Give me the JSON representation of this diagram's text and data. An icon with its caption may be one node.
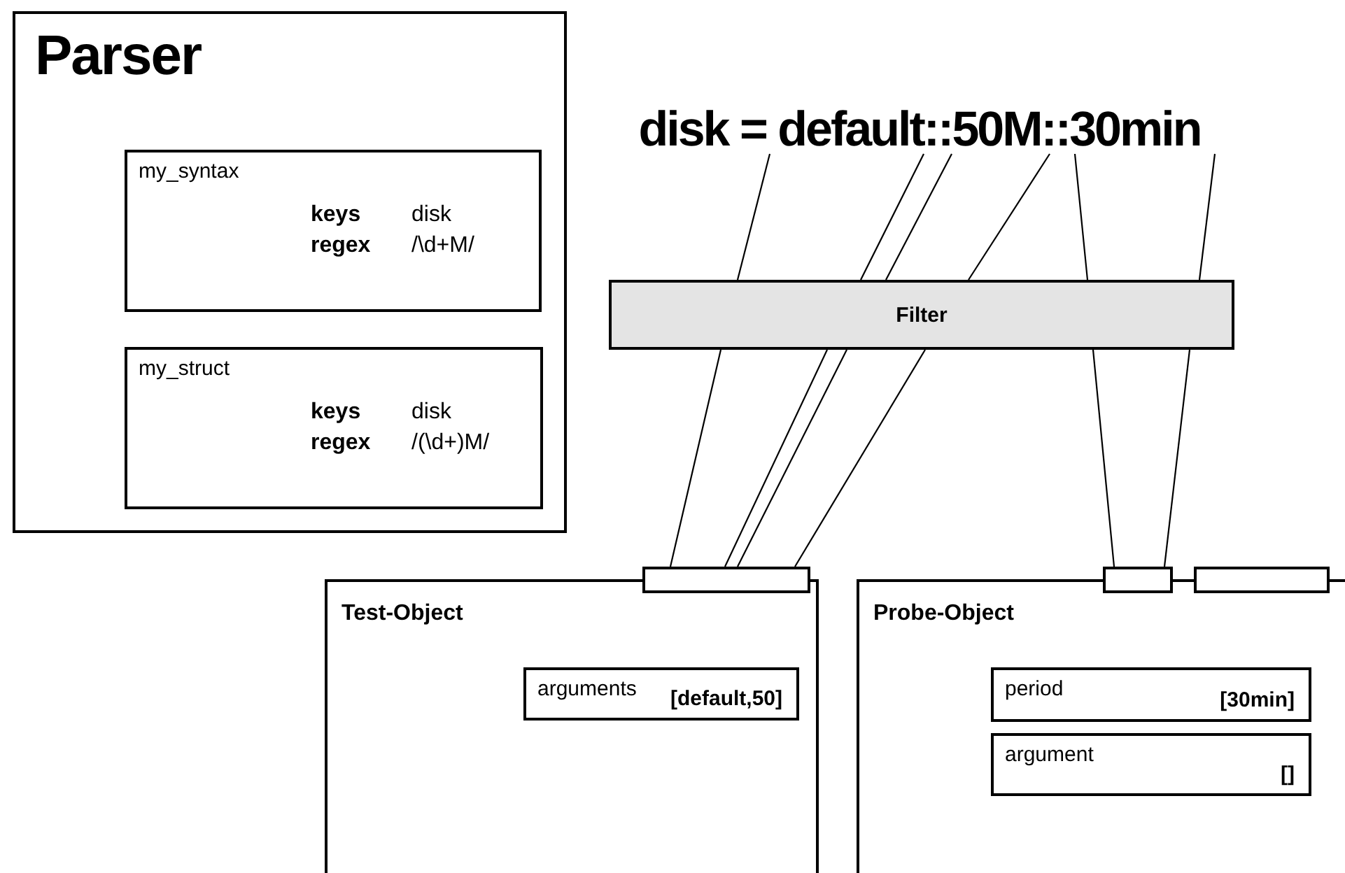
{
  "diagram": {
    "nodes": [
      {
        "text": [
          "Parser"
        ]
      },
      {
        "text": [
          "my_syntax",
          "keys",
          "disk",
          "regex",
          "/\\d+M/"
        ],
        "in": 0
      },
      {
        "text": [
          "my_struct",
          "keys",
          "disk",
          "regex",
          "/(\\d+)M/"
        ],
        "in": 0
      },
      {
        "text": [
          "disk = default::50M::30min"
        ]
      },
      {
        "text": [
          "Filter"
        ]
      },
      {
        "text": [
          "Test-Object"
        ]
      },
      {
        "text": [],
        "shape": "box"
      },
      {
        "text": [
          "arguments",
          "[default,50]"
        ],
        "in": 5
      },
      {
        "text": [
          "Probe-Object"
        ]
      },
      {
        "text": [],
        "shape": "box"
      },
      {
        "text": [],
        "shape": "box"
      },
      {
        "text": [
          "period",
          "[30min]"
        ],
        "in": 8
      },
      {
        "text": [
          "argument",
          "[]"
        ],
        "in": 8
      }
    ],
    "edges": [
      {
        "from": 3,
        "to": 4,
        "arrow": "none"
      },
      {
        "from": 3,
        "to": 4,
        "arrow": "none"
      },
      {
        "from": 3,
        "to": 4,
        "arrow": "none"
      },
      {
        "from": 3,
        "to": 4,
        "arrow": "none"
      },
      {
        "from": 3,
        "to": 4,
        "arrow": "none"
      },
      {
        "from": 3,
        "to": 4,
        "arrow": "none"
      },
      {
        "from": 4,
        "to": 6,
        "arrow": "none"
      },
      {
        "from": 4,
        "to": 6,
        "arrow": "none"
      },
      {
        "from": 4,
        "to": 6,
        "arrow": "none"
      },
      {
        "from": 4,
        "to": 6,
        "arrow": "none"
      },
      {
        "from": 4,
        "to": 9,
        "arrow": "none"
      },
      {
        "from": 4,
        "to": 9,
        "arrow": "none"
      }
    ]
  }
}
